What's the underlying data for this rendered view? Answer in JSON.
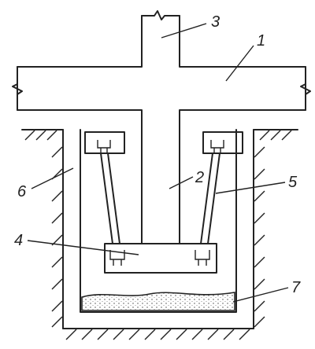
{
  "labels": {
    "l1": "1",
    "l2": "2",
    "l3": "3",
    "l4": "4",
    "l5": "5",
    "l6": "6",
    "l7": "7"
  },
  "colors": {
    "ink": "#222222",
    "paper": "#ffffff",
    "fill": "#c8c8c8"
  }
}
